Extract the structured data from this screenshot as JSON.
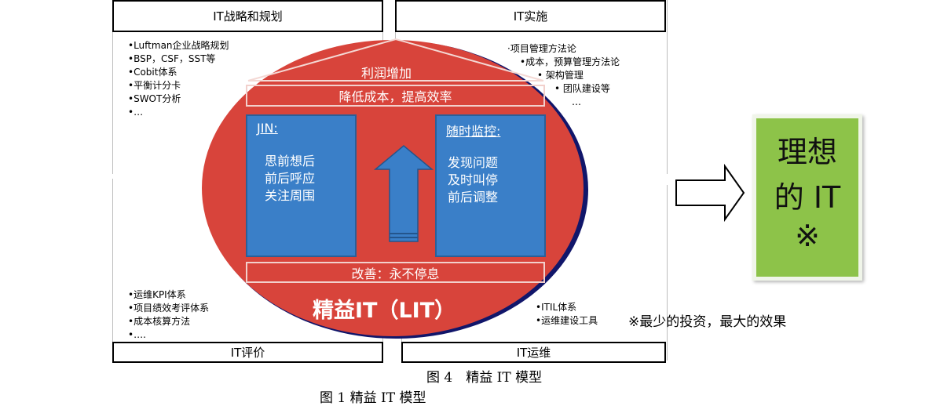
{
  "quadrants": {
    "top_left_title": "IT战略和规划",
    "top_right_title": "IT实施",
    "bottom_left_title": "IT评价",
    "bottom_right_title": "IT运维",
    "top_left_items": [
      "•Luftman企业战略规划",
      "•BSP，CSF，SST等",
      "•Cobit体系",
      "•平衡计分卡",
      "•SWOT分析",
      "•…"
    ],
    "top_right_items": [
      "·项目管理方法论",
      "•成本，预算管理方法论",
      "• 架构管理",
      "• 团队建设等",
      "…"
    ],
    "bottom_left_items": [
      "•运维KPI体系",
      "•项目绩效考评体系",
      "•成本核算方法",
      "•…."
    ],
    "bottom_right_items": [
      "•ITIL体系",
      "•运维建设工具"
    ]
  },
  "lean": {
    "roof_label": "利润增加",
    "top_band": "降低成本，提高效率",
    "bottom_band": "改善：永不停息",
    "left_panel": {
      "heading": "JIN:",
      "lines": [
        "思前想后",
        "前后呼应",
        "关注周围"
      ]
    },
    "right_panel": {
      "heading": "随时监控:",
      "lines": [
        "发现问题",
        "及时叫停",
        "前后调整"
      ]
    },
    "title": "精益IT（LIT）"
  },
  "ideal": {
    "line1": "理想",
    "line2": "的 IT",
    "line3": "※"
  },
  "note": "※最少的投资，最大的效果",
  "captions": {
    "fig4": "图 4　精益 IT 模型",
    "fig1": "图 1 精益 IT 模型"
  },
  "colors": {
    "ellipse": "#d8443b",
    "panel": "#3a7fc8",
    "ideal": "#8dc349"
  }
}
